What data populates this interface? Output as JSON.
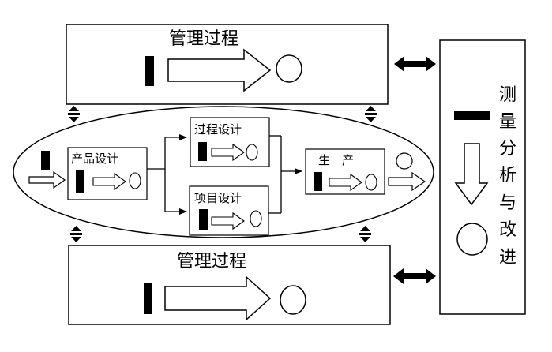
{
  "top_process": {
    "title": "管理过程"
  },
  "bottom_process": {
    "title": "管理过程"
  },
  "product_design": {
    "label": "产品设计"
  },
  "process_design": {
    "label": "过程设计"
  },
  "project_design": {
    "label": "项目设计"
  },
  "production": {
    "label": "生　产"
  },
  "measurement": {
    "chars": [
      "测",
      "量",
      "分",
      "析",
      "与",
      "改",
      "进"
    ]
  }
}
